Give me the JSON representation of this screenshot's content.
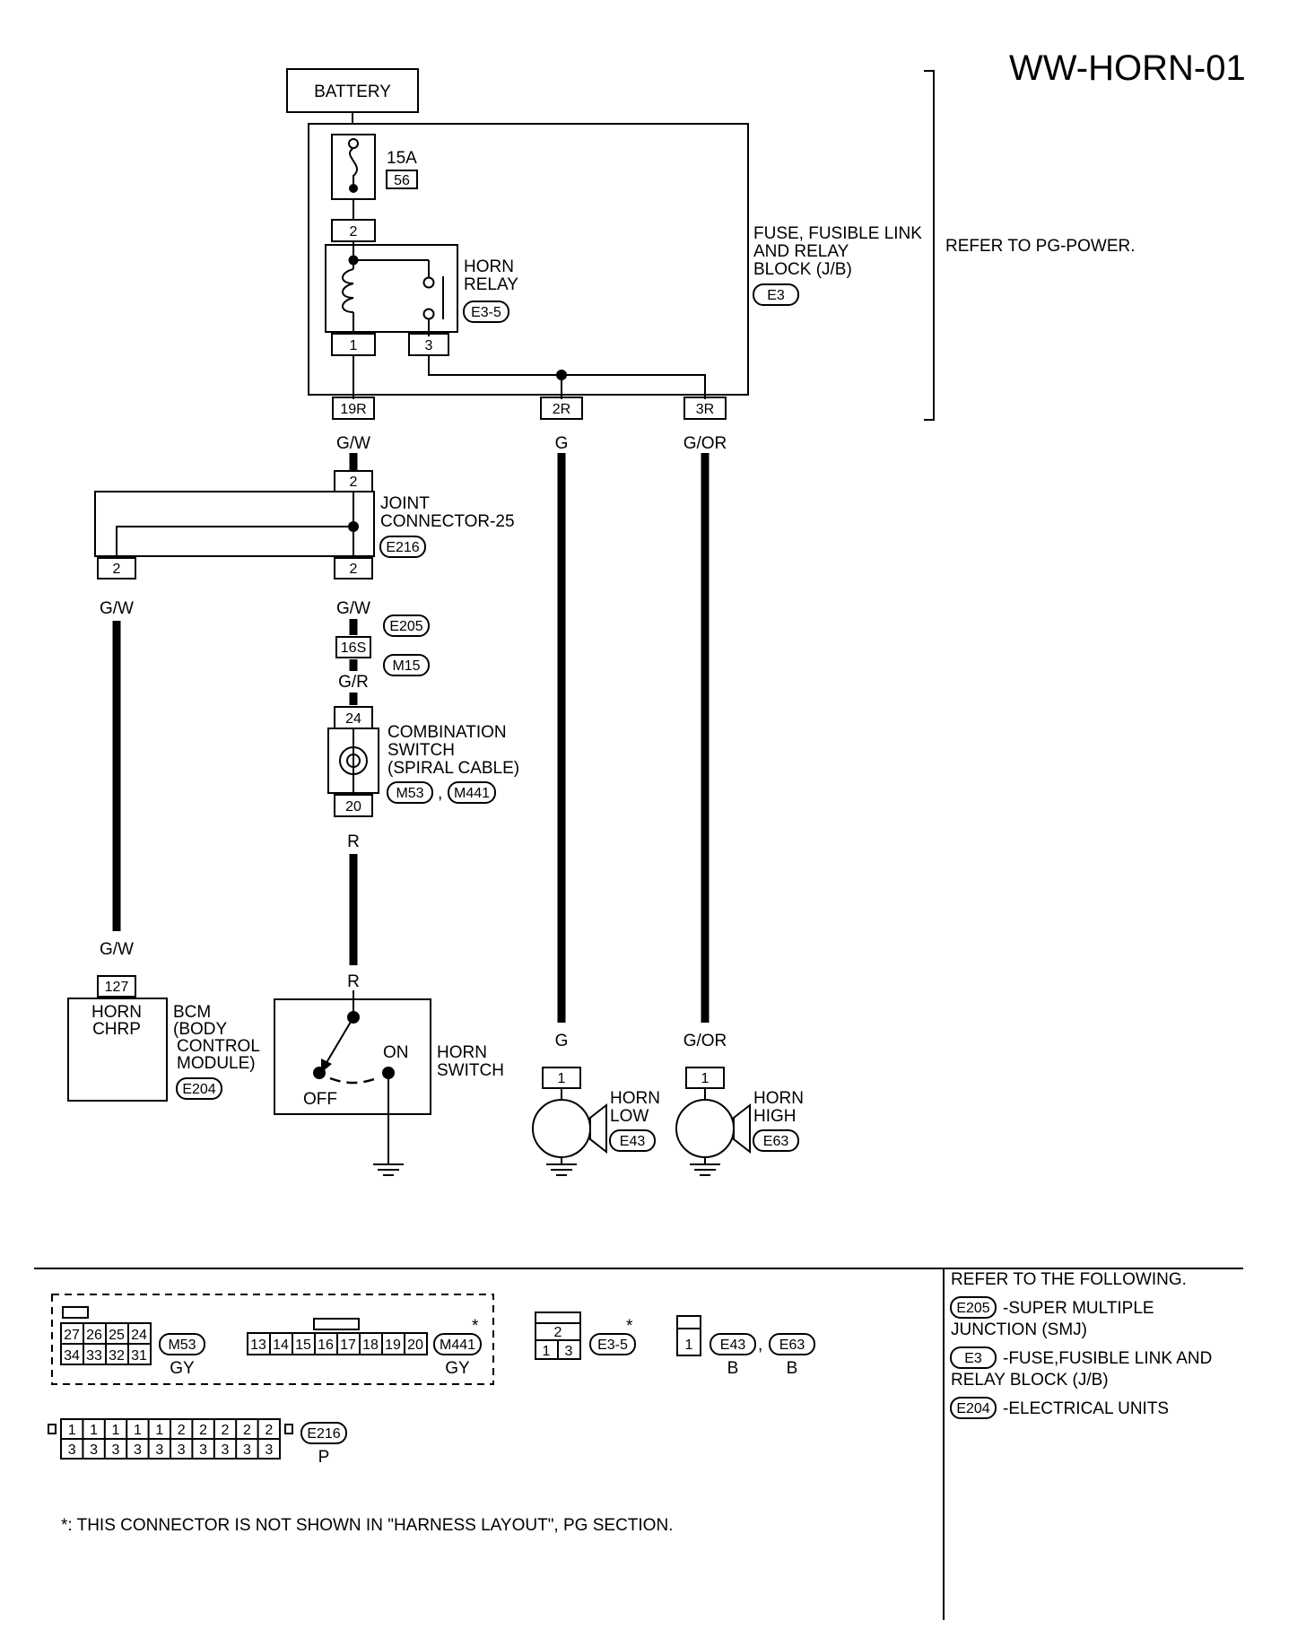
{
  "title": "WW-HORN-01",
  "battery": "BATTERY",
  "fuse": {
    "rating": "15A",
    "number": "56"
  },
  "jb": {
    "name": [
      "FUSE, FUSIBLE LINK",
      "AND RELAY",
      "BLOCK (J/B)"
    ],
    "code": "E3",
    "refer": "REFER TO PG-POWER."
  },
  "horn_relay": {
    "name": [
      "HORN",
      "RELAY"
    ],
    "code": "E3-5",
    "pins": [
      "2",
      "1",
      "3"
    ]
  },
  "jb_terminals": [
    "19R",
    "2R",
    "3R"
  ],
  "wire_colors": {
    "gw": "G/W",
    "g": "G",
    "gor": "G/OR",
    "gr": "G/R",
    "r": "R"
  },
  "joint_connector": {
    "name": [
      "JOINT",
      "CONNECTOR-25"
    ],
    "code": "E216",
    "pins": [
      "2",
      "2",
      "2"
    ]
  },
  "smj": {
    "pin": "16S",
    "codes": [
      "E205",
      "M15"
    ]
  },
  "combination_switch": {
    "name": [
      "COMBINATION",
      "SWITCH",
      "(SPIRAL CABLE)"
    ],
    "codes": [
      "M53",
      "M441"
    ],
    "pins": [
      "24",
      "20"
    ]
  },
  "bcm": {
    "pin": "127",
    "inner": [
      "HORN",
      "CHRP"
    ],
    "name": [
      "BCM",
      "(BODY",
      "CONTROL",
      "MODULE)"
    ],
    "code": "E204"
  },
  "horn_switch": {
    "name": [
      "HORN",
      "SWITCH"
    ],
    "on": "ON",
    "off": "OFF"
  },
  "horn_low": {
    "name": [
      "HORN",
      "LOW"
    ],
    "code": "E43",
    "pin": "1"
  },
  "horn_high": {
    "name": [
      "HORN",
      "HIGH"
    ],
    "code": "E63",
    "pin": "1"
  },
  "connectors": {
    "m53": {
      "code": "M53",
      "color": "GY",
      "row1": [
        "27",
        "26",
        "25",
        "24"
      ],
      "row2": [
        "34",
        "33",
        "32",
        "31"
      ]
    },
    "m441": {
      "code": "M441",
      "color": "GY",
      "pins": [
        "13",
        "14",
        "15",
        "16",
        "17",
        "18",
        "19",
        "20"
      ],
      "star": "*"
    },
    "e3_5": {
      "code": "E3-5",
      "top": "2",
      "bottom": [
        "1",
        "3"
      ],
      "star": "*"
    },
    "e43_e63": {
      "pin": "1",
      "codes": [
        "E43",
        "E63"
      ],
      "colors": [
        "B",
        "B"
      ]
    },
    "e216": {
      "code": "E216",
      "color": "P",
      "row1": [
        "1",
        "1",
        "1",
        "1",
        "1",
        "2",
        "2",
        "2",
        "2",
        "2"
      ],
      "row2": [
        "3",
        "3",
        "3",
        "3",
        "3",
        "3",
        "3",
        "3",
        "3",
        "3"
      ]
    }
  },
  "footnote": "*: THIS CONNECTOR IS NOT SHOWN IN \"HARNESS LAYOUT\", PG SECTION.",
  "refer_following": {
    "heading": "REFER TO THE FOLLOWING.",
    "items": [
      {
        "code": "E205",
        "text": [
          "-SUPER MULTIPLE",
          "JUNCTION (SMJ)"
        ]
      },
      {
        "code": "E3",
        "text": [
          "-FUSE,FUSIBLE LINK AND",
          "RELAY BLOCK (J/B)"
        ]
      },
      {
        "code": "E204",
        "text": [
          "-ELECTRICAL UNITS"
        ]
      }
    ]
  }
}
